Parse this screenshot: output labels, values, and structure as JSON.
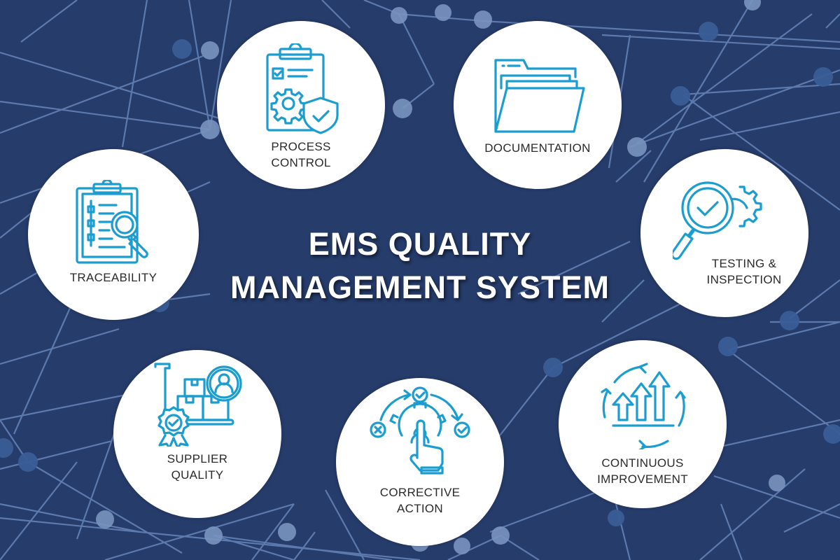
{
  "title": {
    "line1": "EMS QUALITY",
    "line2": "MANAGEMENT SYSTEM"
  },
  "colors": {
    "background": "#263c6b",
    "network_line": "#6f8fc4",
    "network_node": "#7a93c0",
    "icon_accent": "#1b9dd0",
    "circle_fill": "#ffffff",
    "label_text": "#2a2a2a",
    "title_text": "#ffffff"
  },
  "pillars": [
    {
      "id": "process-control",
      "icon": "clipboard-gear-shield-icon",
      "line1": "PROCESS",
      "line2": "CONTROL"
    },
    {
      "id": "documentation",
      "icon": "folder-icon",
      "line1": "DOCUMENTATION",
      "line2": ""
    },
    {
      "id": "traceability",
      "icon": "clipboard-magnifier-icon",
      "line1": "TRACEABILITY",
      "line2": ""
    },
    {
      "id": "testing-inspection",
      "icon": "magnifier-check-gear-icon",
      "line1": "TESTING &",
      "line2": "INSPECTION"
    },
    {
      "id": "supplier-quality",
      "icon": "hand-truck-boxes-badge-icon",
      "line1": "SUPPLIER",
      "line2": "QUALITY"
    },
    {
      "id": "corrective-action",
      "icon": "gear-hand-cycle-icon",
      "line1": "CORRECTIVE",
      "line2": "ACTION"
    },
    {
      "id": "continuous-improvement",
      "icon": "cycle-arrows-up-icon",
      "line1": "CONTINUOUS",
      "line2": "IMPROVEMENT"
    }
  ]
}
